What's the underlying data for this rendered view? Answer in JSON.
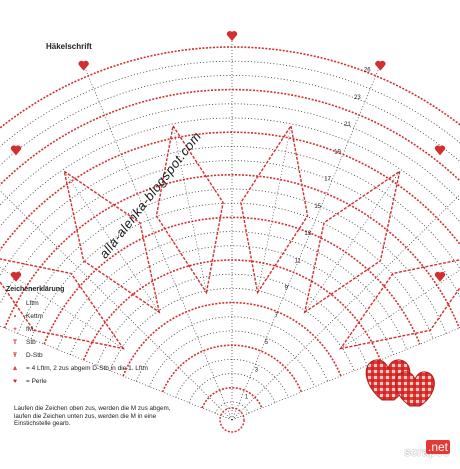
{
  "title": "Häkelschrift",
  "legend": {
    "heading": "Zeichenerklärung",
    "items": [
      {
        "symbol": "○",
        "label": "Lftm"
      },
      {
        "symbol": "•",
        "label": "Kettm"
      },
      {
        "symbol": "+",
        "label": "fM"
      },
      {
        "symbol": "T",
        "label": "Stb"
      },
      {
        "symbol": "Ŧ",
        "label": "D-Stb"
      },
      {
        "symbol": "⩓",
        "label": "= 4 Lftm, 2 zus abgem D-Stb in die 1. Lftm"
      },
      {
        "symbol": "♥",
        "label": "= Perle"
      }
    ]
  },
  "note": "Laufen die Zeichen oben zus, werden die M zus abgem, laufen die Zeichen unten zus, werden die M in eine Einstichstelle gearb.",
  "blog_tag": "alla-alenka-blogspot.com",
  "watermark": {
    "text": "scrapee",
    "suffix": ".net"
  },
  "row_numbers": [
    "1",
    "3",
    "5",
    "7",
    "9",
    "11",
    "13",
    "15",
    "17",
    "19",
    "21",
    "23",
    "26"
  ],
  "colors": {
    "pattern_red": "#d32f2f",
    "pattern_dark": "#333333",
    "heart": "#e53935",
    "heart_check": "#ffffff"
  }
}
